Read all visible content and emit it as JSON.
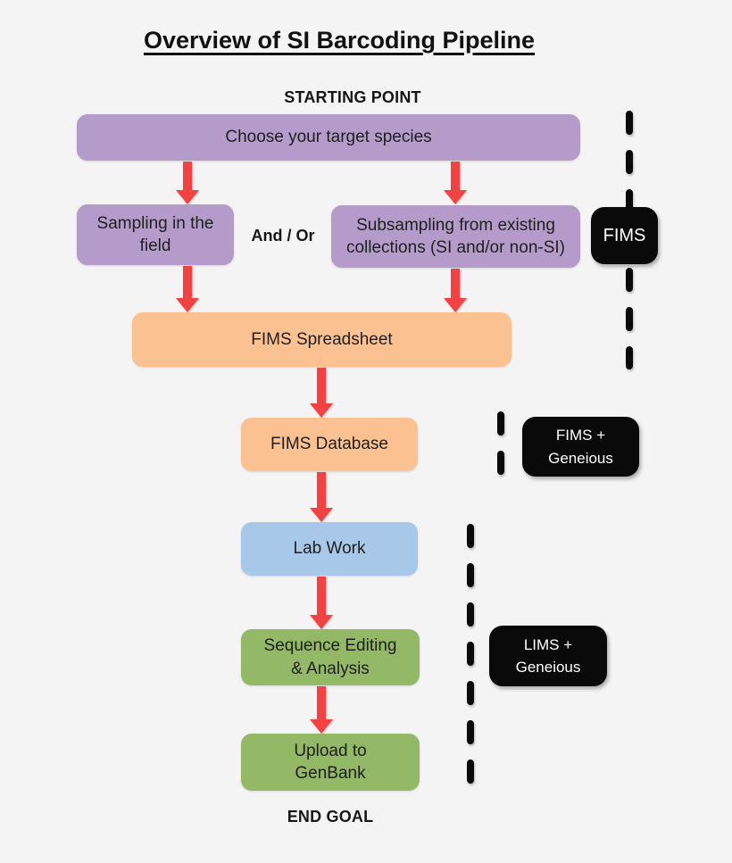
{
  "header": {
    "title": "Overview of SI Barcoding Pipeline"
  },
  "labels": {
    "starting_point": "STARTING POINT",
    "end_goal": "END GOAL",
    "and_or": "And / Or"
  },
  "nodes": {
    "choose_target": {
      "label": "Choose your target species"
    },
    "sampling_field": {
      "label": "Sampling in the\nfield"
    },
    "subsampling": {
      "label": "Subsampling from existing\ncollections (SI and/or non-SI)"
    },
    "fims_spreadsheet": {
      "label": "FIMS Spreadsheet"
    },
    "fims_database": {
      "label": "FIMS Database"
    },
    "lab_work": {
      "label": "Lab Work"
    },
    "sequence_editing": {
      "label": "Sequence Editing\n& Analysis"
    },
    "upload_genbank": {
      "label": "Upload to\nGenBank"
    }
  },
  "side_labels": {
    "fims": "FIMS",
    "fims_geneious": "FIMS +\nGeneious",
    "lims_geneious": "LIMS +\nGeneious"
  },
  "colors": {
    "background": "#f5f4f5",
    "purple": "#b49bca",
    "orange": "#fbc190",
    "blue": "#a7c8e9",
    "green": "#93b866",
    "arrow_red": "#f44242",
    "black_box": "#0a0a0a",
    "black_box_text": "#ffffff",
    "text": "#1f1f1f"
  }
}
